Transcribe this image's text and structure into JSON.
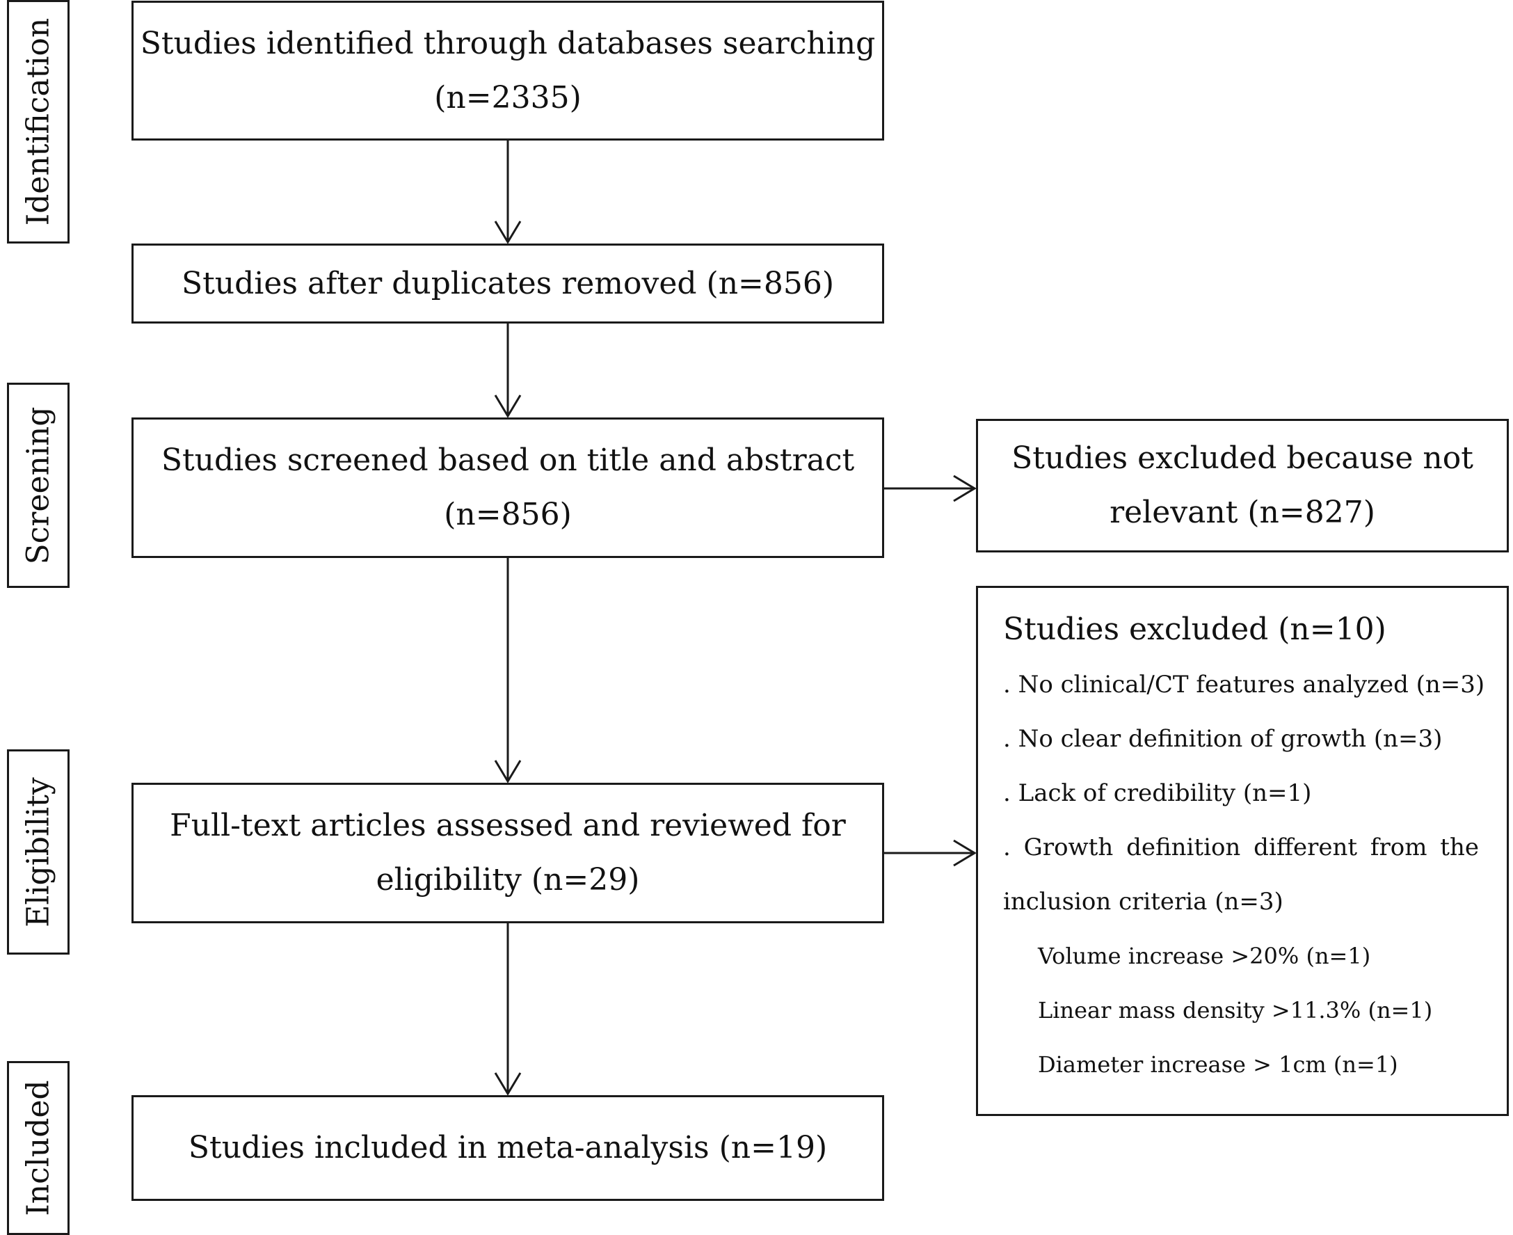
{
  "stages": {
    "identification": "Identification",
    "screening": "Screening",
    "eligibility": "Eligibility",
    "included": "Included"
  },
  "boxes": {
    "identified": {
      "line1": "Studies identified through databases searching",
      "line2": "(n=2335)"
    },
    "duplicates": {
      "line1": "Studies after duplicates removed (n=856)"
    },
    "screened": {
      "line1": "Studies screened based on title and abstract",
      "line2": "(n=856)"
    },
    "excluded_not_relevant": {
      "line1": "Studies excluded because not",
      "line2": "relevant (n=827)"
    },
    "fulltext": {
      "line1": "Full-text articles assessed and reviewed for",
      "line2": "eligibility (n=29)"
    },
    "included": {
      "line1": "Studies included in meta-analysis (n=19)"
    }
  },
  "exclusions": {
    "title": "Studies excluded (n=10)",
    "reasons": [
      ". No clinical/CT features analyzed (n=3)",
      ". No clear definition of growth (n=3)",
      ". Lack of credibility (n=1)",
      ". Growth definition different from the",
      "inclusion criteria (n=3)"
    ],
    "subreasons": [
      "Volume increase >20% (n=1)",
      "Linear mass density >11.3% (n=1)",
      "Diameter increase > 1cm (n=1)"
    ]
  }
}
